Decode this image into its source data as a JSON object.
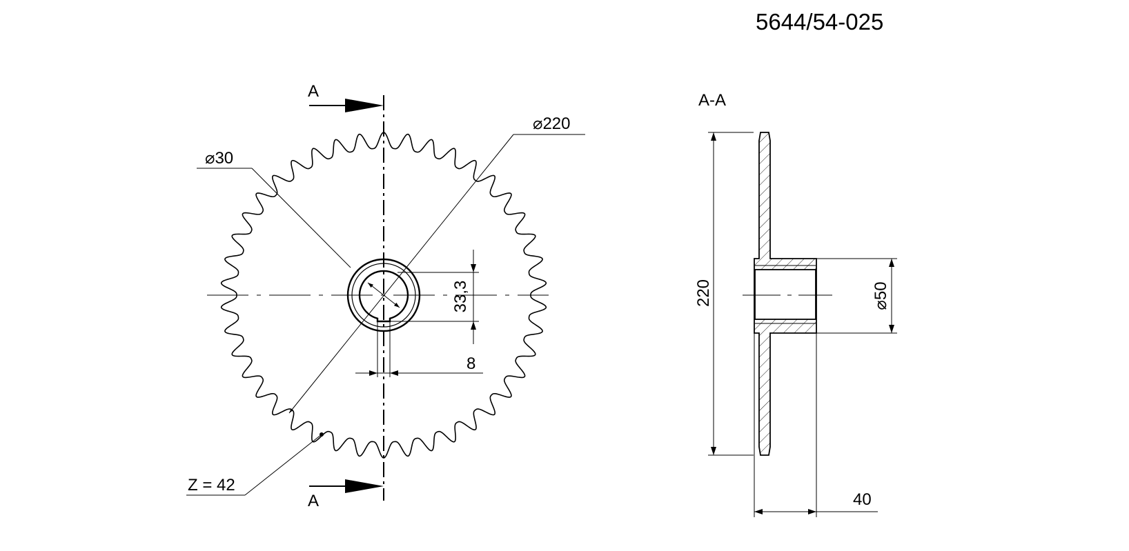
{
  "part_number": "5644/54-025",
  "front_view": {
    "section_label_top": "A",
    "section_label_bottom": "A",
    "outer_diameter": "⌀220",
    "bore_diameter": "⌀30",
    "teeth_count": "Z = 42",
    "key_height": "33,3",
    "key_width": "8"
  },
  "section_view": {
    "title": "A-A",
    "overall_height": "220",
    "hub_diameter": "⌀50",
    "hub_length": "40"
  }
}
